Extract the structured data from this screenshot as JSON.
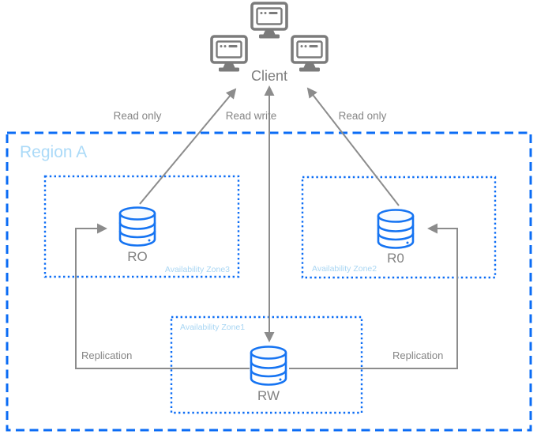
{
  "diagram": {
    "client_label": "Client",
    "region_label": "Region A",
    "zones": [
      {
        "label": "Availability Zone3",
        "db_label": "RO"
      },
      {
        "label": "Availability Zone2",
        "db_label": "R0"
      },
      {
        "label": "Availability Zone1",
        "db_label": "RW"
      }
    ],
    "connections": {
      "left_client": "Read only",
      "center_client": "Read write",
      "right_client": "Read only",
      "left_replication": "Replication",
      "right_replication": "Replication"
    },
    "colors": {
      "region_border": "#0b6cf5",
      "zone_border": "#0b6cf5",
      "region_label": "#abdaf8",
      "zone_label": "#a9d6f3",
      "database_blue": "#1674f2",
      "line_gray": "#8c8c8c",
      "icon_gray": "#7b7b7b",
      "text_gray": "#858585"
    }
  }
}
